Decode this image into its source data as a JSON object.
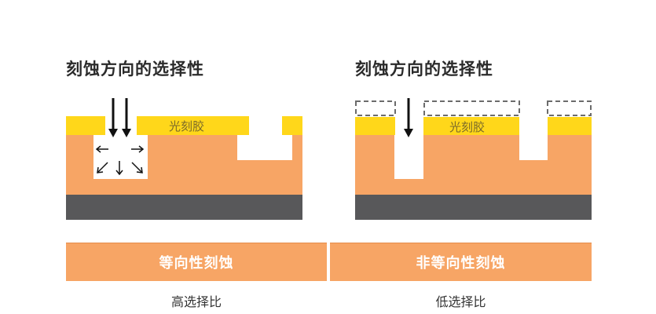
{
  "left": {
    "title": "刻蚀方向的选择性",
    "photoresist_label": "光刻胶",
    "band_label": "等向性刻蚀",
    "caption": "高选择比"
  },
  "right": {
    "title": "刻蚀方向的选择性",
    "photoresist_label": "光刻胶",
    "band_label": "非等向性刻蚀",
    "caption": "低选择比"
  },
  "colors": {
    "photoresist": "#ffd71a",
    "etched_layer": "#f7a565",
    "substrate": "#58585a",
    "arrow": "#111111",
    "dashed_outline": "#6b6b6b"
  }
}
